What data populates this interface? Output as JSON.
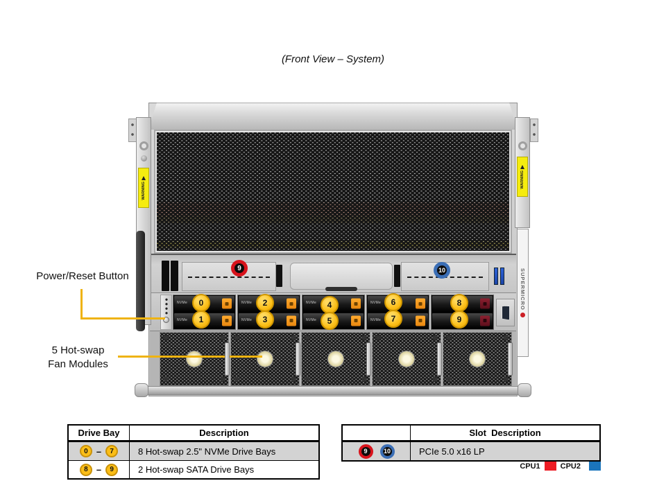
{
  "title": "(Front View – System)",
  "callouts": {
    "power_reset": "Power/Reset Button",
    "fans_line1": "5 Hot-swap",
    "fans_line2": "Fan Modules"
  },
  "chassis": {
    "warning": "WARNING",
    "brand": "SUPERMICRO",
    "nvme": "NVMe",
    "drive_badges": [
      "0",
      "1",
      "2",
      "3",
      "4",
      "5",
      "6",
      "7",
      "8",
      "9"
    ],
    "slot_badges": [
      "9",
      "10"
    ]
  },
  "tables": {
    "drive_bay": {
      "headers": [
        "Drive Bay",
        "Description"
      ],
      "rows": [
        {
          "from": "0",
          "sep": "–",
          "to": "7",
          "description": "8 Hot-swap 2.5\" NVMe Drive Bays"
        },
        {
          "from": "8",
          "sep": "–",
          "to": "9",
          "description": "2 Hot-swap SATA Drive Bays"
        }
      ]
    },
    "slot": {
      "header": "Slot  Description",
      "rows": [
        {
          "badge1": "9",
          "badge2": "10",
          "description": "PCIe 5.0 x16 LP"
        }
      ]
    }
  },
  "legend": {
    "cpu1": "CPU1",
    "cpu2": "CPU2"
  },
  "colors": {
    "callout_yellow": "#EFB310",
    "badge_yellow": "#FBBE17",
    "badge_red": "#D8131C",
    "badge_blue": "#3B6EB5",
    "cpu1_red": "#ED1C24",
    "cpu2_blue": "#1B75BC",
    "table_row_gray": "#D3D3D3",
    "warning_yellow": "#F5EC0F"
  }
}
